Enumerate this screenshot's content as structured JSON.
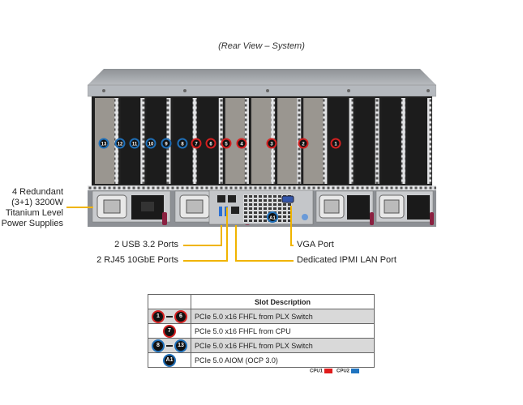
{
  "caption": "(Rear View – System)",
  "chassis": {
    "pcie_slots": [
      {
        "label": "13",
        "cpu": "CPU2"
      },
      {
        "label": "12",
        "cpu": "CPU2"
      },
      {
        "label": "11",
        "cpu": "CPU2"
      },
      {
        "label": "10",
        "cpu": "CPU2"
      },
      {
        "label": "9",
        "cpu": "CPU2"
      },
      {
        "label": "8",
        "cpu": "CPU2"
      },
      {
        "label": "7",
        "cpu": "CPU1"
      },
      {
        "label": "6",
        "cpu": "CPU1"
      },
      {
        "label": "5",
        "cpu": "CPU1"
      },
      {
        "label": "4",
        "cpu": "CPU1"
      },
      {
        "label": "3",
        "cpu": "CPU1"
      },
      {
        "label": "2",
        "cpu": "CPU1"
      },
      {
        "label": "1",
        "cpu": "CPU1"
      }
    ],
    "aiom_badge": "A1"
  },
  "callouts": {
    "psu_lines": [
      "4 Redundant",
      "(3+1) 3200W",
      "Titanium Level",
      "Power Supplies"
    ],
    "usb": "2 USB 3.2 Ports",
    "rj45": "2 RJ45 10GbE Ports",
    "vga": "VGA Port",
    "ipmi": "Dedicated IPMI LAN Port"
  },
  "table": {
    "header": "Slot Description",
    "rows": [
      {
        "from": "1",
        "to": "6",
        "color": "red",
        "desc": "PCIe 5.0 x16 FHFL from PLX Switch"
      },
      {
        "from": "7",
        "to": null,
        "color": "red",
        "desc": "PCIe 5.0 x16 FHFL from CPU"
      },
      {
        "from": "8",
        "to": "13",
        "color": "blue",
        "desc": "PCIe 5.0 x16 FHFL from PLX Switch"
      },
      {
        "from": "A1",
        "to": null,
        "color": "blue",
        "desc": "PCIe 5.0 AIOM (OCP 3.0)"
      }
    ]
  },
  "legend": {
    "items": [
      {
        "label": "CPU1",
        "color": "#e01b1b"
      },
      {
        "label": "CPU2",
        "color": "#1f74c0"
      }
    ]
  },
  "colors": {
    "cpu1": "#d42020",
    "cpu2": "#1f6fb8",
    "callout_line": "#f0b400"
  }
}
